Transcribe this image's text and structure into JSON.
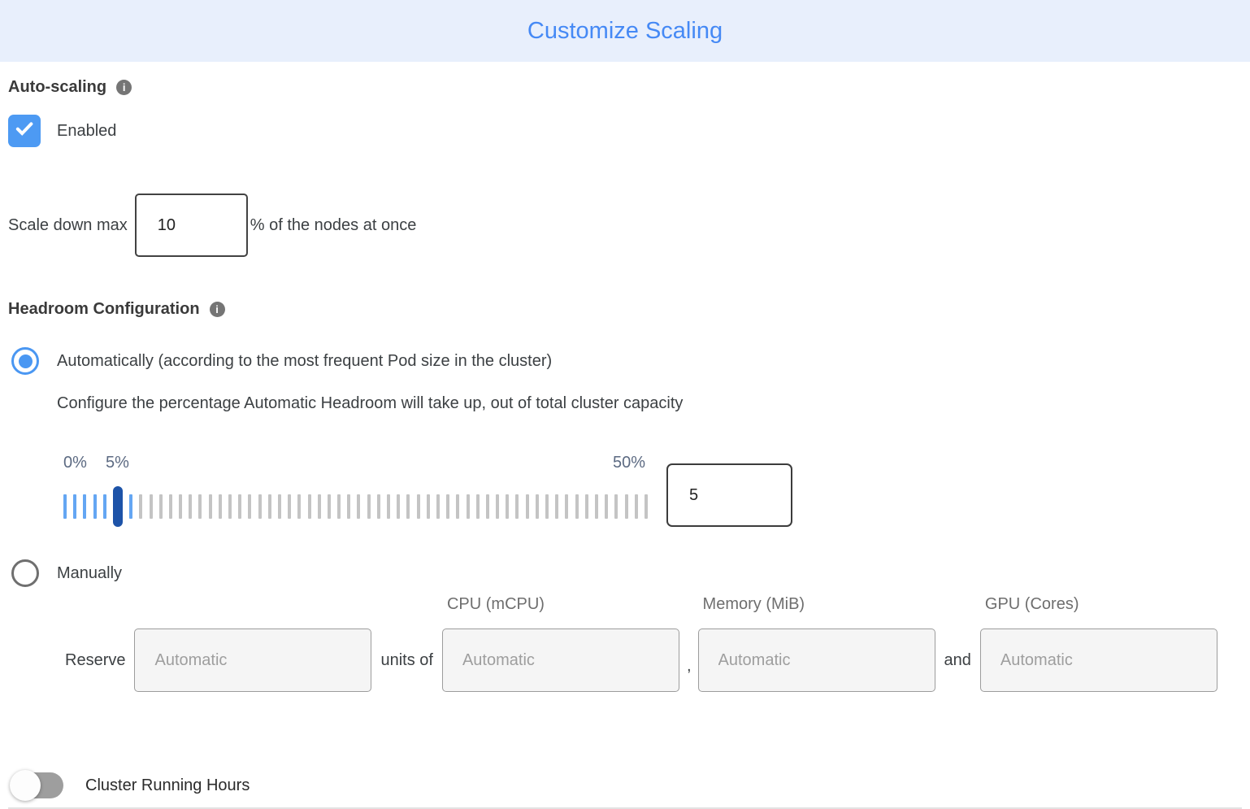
{
  "header": {
    "title": "Customize Scaling"
  },
  "colors": {
    "header_bg": "#e8effc",
    "title_blue": "#4589f5",
    "control_blue": "#4a97f2",
    "tick_blue": "#64a6f3",
    "tick_gray": "#c4c4c4",
    "handle_navy": "#1d53a8"
  },
  "auto_scaling": {
    "label": "Auto-scaling",
    "checkbox_label": "Enabled",
    "checked": true
  },
  "scale_down": {
    "prefix": "Scale down max",
    "value": "10",
    "suffix": "% of the nodes at once"
  },
  "headroom": {
    "label": "Headroom Configuration",
    "auto_option_label": "Automatically (according to the most frequent Pod size in the cluster)",
    "auto_option_selected": true,
    "auto_description": "Configure the percentage Automatic Headroom will take up, out of total cluster capacity",
    "slider": {
      "label_min": "0%",
      "label_current": "5%",
      "label_max": "50%",
      "value": "5",
      "total_ticks": 58,
      "blue_ticks": 6,
      "handle_index": 5
    },
    "manual_option_label": "Manually",
    "manual_option_selected": false,
    "reserve": {
      "prefix": "Reserve",
      "units_label": "units of",
      "comma": ",",
      "and_label": "and",
      "placeholder": "Automatic",
      "columns": [
        "CPU (mCPU)",
        "Memory (MiB)",
        "GPU (Cores)"
      ]
    }
  },
  "cluster_running_hours": {
    "label": "Cluster Running Hours",
    "enabled": false
  }
}
